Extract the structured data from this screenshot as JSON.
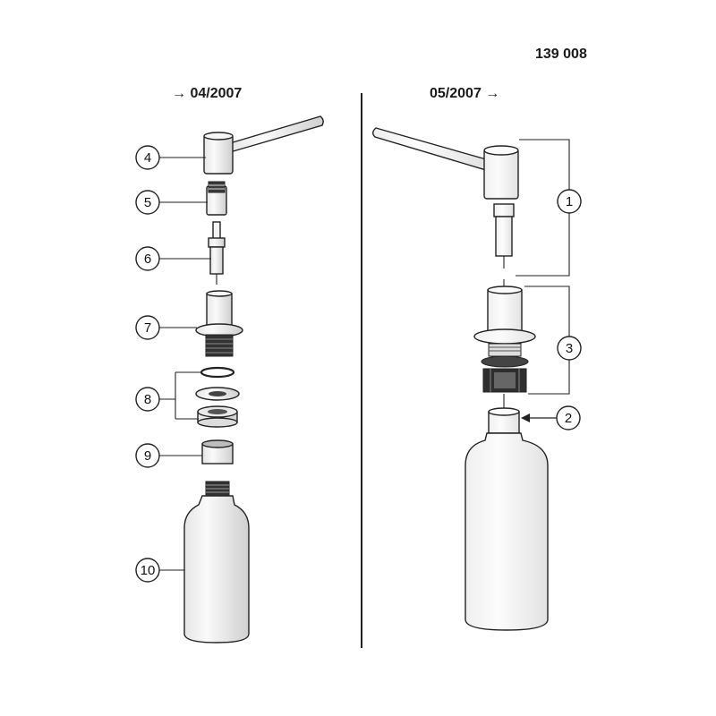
{
  "header": {
    "doc_number": "139 008",
    "left_label": "→ 04/2007",
    "right_label": "05/2007 →"
  },
  "left_callouts": [
    "4",
    "5",
    "6",
    "7",
    "8",
    "9",
    "10"
  ],
  "right_callouts": [
    "1",
    "2",
    "3"
  ],
  "colors": {
    "line": "#222222",
    "part_fill": "#f2f2f2",
    "part_shade": "#d9d9d9",
    "dark_fill": "#3a3a3a",
    "right_part_fill": "#f7f7f7"
  }
}
